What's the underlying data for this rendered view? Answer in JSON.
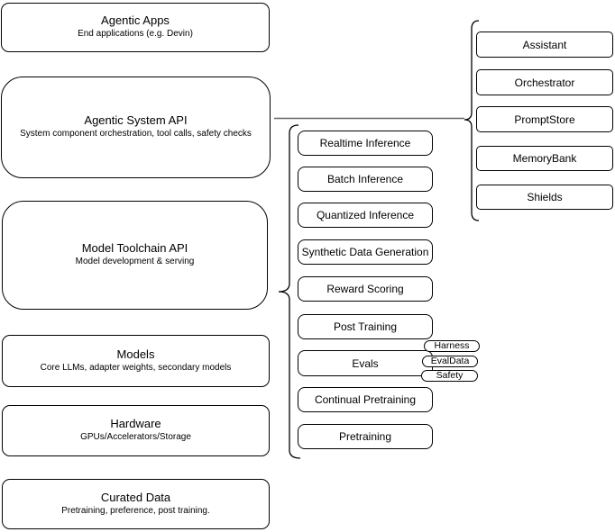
{
  "diagram": {
    "left_stack": [
      {
        "title": "Agentic Apps",
        "subtitle": "End applications (e.g. Devin)"
      },
      {
        "title": "Agentic System API",
        "subtitle": "System component orchestration, tool calls, safety checks"
      },
      {
        "title": "Model Toolchain API",
        "subtitle": "Model development & serving"
      },
      {
        "title": "Models",
        "subtitle": "Core LLMs, adapter weights, secondary models"
      },
      {
        "title": "Hardware",
        "subtitle": "GPUs/Accelerators/Storage"
      },
      {
        "title": "Curated Data",
        "subtitle": "Pretraining, preference, post training."
      }
    ],
    "toolchain_items": [
      "Realtime Inference",
      "Batch Inference",
      "Quantized Inference",
      "Synthetic Data Generation",
      "Reward Scoring",
      "Post Training",
      "Evals",
      "Continual Pretraining",
      "Pretraining"
    ],
    "eval_tags": [
      "Harness",
      "EvalData",
      "Safety"
    ],
    "system_components": [
      "Assistant",
      "Orchestrator",
      "PromptStore",
      "MemoryBank",
      "Shields"
    ],
    "colors": {
      "stroke": "#000000",
      "connector": "#666666",
      "fill": "#ffffff"
    }
  }
}
